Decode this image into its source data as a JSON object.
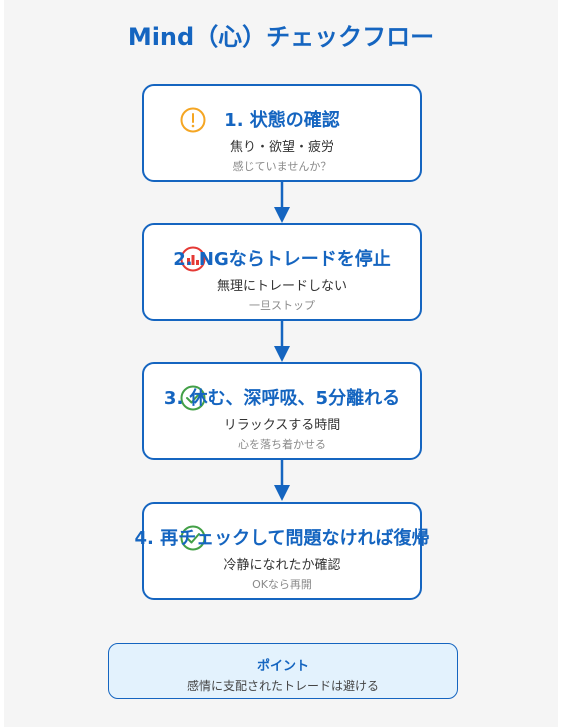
{
  "title": "Mind（心）チェックフロー",
  "steps": [
    {
      "title": "1. 状態の確認",
      "subtitle": "焦り・欲望・疲労",
      "note": "感じていませんか？",
      "icon": "warning-icon",
      "icon_color": "#f5a623"
    },
    {
      "title": "2. NGならトレードを停止",
      "subtitle": "無理にトレードしない",
      "note": "一旦ストップ",
      "icon": "stop-icon",
      "icon_color": "#e53935"
    },
    {
      "title": "3. 休む、深呼吸、5分離れる",
      "subtitle": "リラックスする時間",
      "note": "心を落ち着かせる",
      "icon": "check-circle-icon",
      "icon_color": "#43a047"
    },
    {
      "title": "4. 再チェックして問題なければ復帰",
      "subtitle": "冷静になれたか確認",
      "note": "OKなら再開",
      "icon": "check-circle-icon",
      "icon_color": "#43a047"
    }
  ],
  "point": {
    "title": "ポイント",
    "text": "感情に支配されたトレードは避ける"
  },
  "colors": {
    "accent": "#1565c0",
    "background": "#f5f5f5",
    "point_bg": "#e3f2fd"
  }
}
